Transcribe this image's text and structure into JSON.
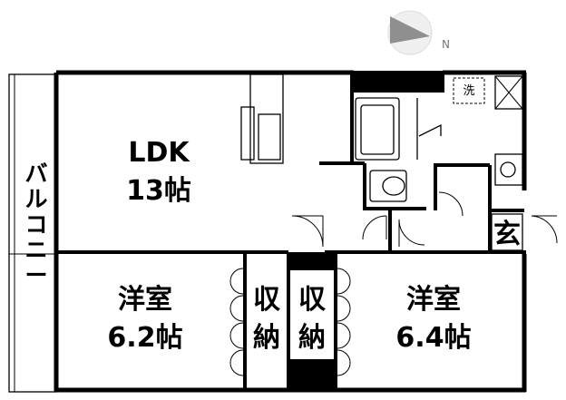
{
  "compass": {
    "north_label": "N"
  },
  "rooms": {
    "ldk": {
      "name": "LDK",
      "size": "13帖"
    },
    "western_left": {
      "name": "洋室",
      "size": "6.2帖"
    },
    "western_right": {
      "name": "洋室",
      "size": "6.4帖"
    },
    "storage_left": {
      "c1": "収",
      "c2": "納"
    },
    "storage_right": {
      "c1": "収",
      "c2": "納"
    },
    "entrance": {
      "name": "玄"
    },
    "washer": {
      "name": "洗"
    }
  },
  "balcony": {
    "chars": [
      "バ",
      "ル",
      "コ",
      "ニ",
      "ー"
    ]
  }
}
